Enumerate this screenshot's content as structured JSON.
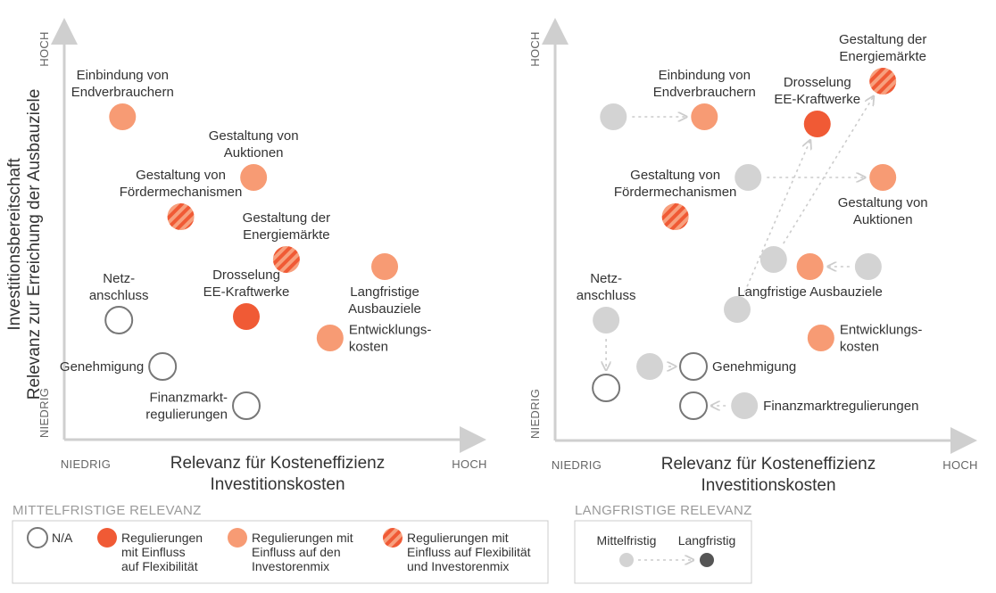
{
  "colors": {
    "na": "#777777",
    "flex": "#f05a35",
    "investor": "#f79b74",
    "flex_stripe_a": "#f05a35",
    "flex_stripe_b": "#f7a07e",
    "mid": "#d3d3d3",
    "long": "#555555",
    "axis": "#cfcfcf",
    "arrow": "#cccccc"
  },
  "chart_data": [
    {
      "type": "scatter",
      "xlabel": "Relevanz für Kosteneffizienz",
      "xlabel2": "Investitionskosten",
      "ylabel": "Investitionsbereitschaft",
      "ylabel2": "Relevanz zur Erreichung der Ausbauziele",
      "xticks": [
        "NIEDRIG",
        "HOCH"
      ],
      "yticks": [
        "NIEDRIG",
        "HOCH"
      ],
      "xlim": [
        0,
        10
      ],
      "ylim": [
        0,
        10
      ],
      "points": [
        {
          "label": [
            "Einbindung von",
            "Endverbrauchern"
          ],
          "x": 1.6,
          "y": 8.6,
          "cat": "investor",
          "lpos": "above"
        },
        {
          "label": [
            "Gestaltung von",
            "Auktionen"
          ],
          "x": 5.2,
          "y": 6.9,
          "cat": "investor",
          "lpos": "above"
        },
        {
          "label": [
            "Gestaltung von",
            "Fördermechanismen"
          ],
          "x": 3.2,
          "y": 5.8,
          "cat": "stripe",
          "lpos": "above"
        },
        {
          "label": [
            "Gestaltung der",
            "Energiemärkte"
          ],
          "x": 6.1,
          "y": 4.6,
          "cat": "stripe",
          "lpos": "above"
        },
        {
          "label": [
            "Langfristige",
            "Ausbauziele"
          ],
          "x": 8.8,
          "y": 4.4,
          "cat": "investor",
          "lpos": "below"
        },
        {
          "label": [
            "Netz-",
            "anschluss"
          ],
          "x": 1.5,
          "y": 2.9,
          "cat": "na",
          "lpos": "above"
        },
        {
          "label": [
            "Drosselung",
            "EE-Kraftwerke"
          ],
          "x": 5.0,
          "y": 3.0,
          "cat": "flex",
          "lpos": "above"
        },
        {
          "label": [
            "Entwicklungs-",
            "kosten"
          ],
          "x": 7.3,
          "y": 2.4,
          "cat": "investor",
          "lpos": "right"
        },
        {
          "label": [
            "Genehmigung"
          ],
          "x": 2.7,
          "y": 1.6,
          "cat": "na",
          "lpos": "left"
        },
        {
          "label": [
            "Finanzmarkt-",
            "regulierungen"
          ],
          "x": 5.0,
          "y": 0.5,
          "cat": "na",
          "lpos": "left"
        }
      ]
    },
    {
      "type": "scatter",
      "xlabel": "Relevanz für Kosteneffizienz",
      "xlabel2": "Investitionskosten",
      "xticks": [
        "NIEDRIG",
        "HOCH"
      ],
      "yticks": [
        "NIEDRIG",
        "HOCH"
      ],
      "xlim": [
        0,
        10
      ],
      "ylim": [
        0,
        10
      ],
      "points": [
        {
          "label": [
            "Einbindung von",
            "Endverbrauchern"
          ],
          "mid": [
            1.6,
            8.6
          ],
          "long": [
            4.1,
            8.6
          ],
          "cat": "investor",
          "lpos": "above"
        },
        {
          "label": [
            "Drosselung",
            "EE-Kraftwerke"
          ],
          "mid": [
            5.0,
            3.2
          ],
          "long": [
            7.2,
            8.4
          ],
          "cat": "flex",
          "lpos": "above"
        },
        {
          "label": [
            "Gestaltung der",
            "Energiemärkte"
          ],
          "mid": [
            6.0,
            4.6
          ],
          "long": [
            9.0,
            9.6
          ],
          "cat": "stripe",
          "lpos": "above"
        },
        {
          "label": [
            "Gestaltung von",
            "Auktionen"
          ],
          "mid": [
            5.3,
            6.9
          ],
          "long": [
            9.0,
            6.9
          ],
          "cat": "investor",
          "lpos": "below"
        },
        {
          "label": [
            "Gestaltung von",
            "Fördermechanismen"
          ],
          "long": [
            3.3,
            5.8
          ],
          "cat": "stripe",
          "lpos": "above"
        },
        {
          "label": [
            "Langfristige Ausbauziele"
          ],
          "mid": [
            8.6,
            4.4
          ],
          "long": [
            7.0,
            4.4
          ],
          "cat": "investor",
          "lpos": "below"
        },
        {
          "label": [
            "Entwicklungs-",
            "kosten"
          ],
          "long": [
            7.3,
            2.4
          ],
          "cat": "investor",
          "lpos": "right"
        },
        {
          "label": [
            "Netz-",
            "anschluss"
          ],
          "mid": [
            1.4,
            2.9
          ],
          "long": [
            1.4,
            1.0
          ],
          "cat": "na",
          "lpos": "above_mid"
        },
        {
          "label": [
            "Genehmigung"
          ],
          "mid": [
            2.6,
            1.6
          ],
          "long": [
            3.8,
            1.6
          ],
          "cat": "na",
          "lpos": "right"
        },
        {
          "label": [
            "Finanzmarktregulierungen"
          ],
          "mid": [
            5.2,
            0.5
          ],
          "long": [
            3.8,
            0.5
          ],
          "cat": "na",
          "lpos": "right_mid"
        }
      ]
    }
  ],
  "legend_mid": {
    "title": "MITTELFRISTIGE RELEVANZ",
    "items": [
      {
        "cat": "na",
        "lines": [
          "N/A"
        ]
      },
      {
        "cat": "flex",
        "lines": [
          "Regulierungen",
          "mit Einfluss",
          "auf Flexibilität"
        ]
      },
      {
        "cat": "investor",
        "lines": [
          "Regulierungen mit",
          "Einfluss auf den",
          "Investorenmix"
        ]
      },
      {
        "cat": "stripe",
        "lines": [
          "Regulierungen mit",
          "Einfluss auf Flexibilität",
          "und Investorenmix"
        ]
      }
    ]
  },
  "legend_long": {
    "title": "LANGFRISTIGE RELEVANZ",
    "items": [
      {
        "cat": "mid",
        "label": "Mittelfristig"
      },
      {
        "cat": "long",
        "label": "Langfristig"
      }
    ]
  }
}
